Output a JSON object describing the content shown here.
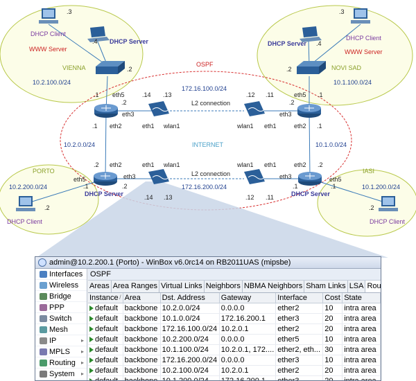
{
  "diagram": {
    "ospf_label": "OSPF",
    "internet_label": "INTERNET",
    "sites": {
      "vienna": "VIENNA",
      "novi_sad": "NOVI SAD",
      "porto": "PORTO",
      "iasi": "IASI"
    },
    "roles": {
      "dhcp_client": "DHCP Client",
      "dhcp_server": "DHCP Server",
      "www_server": "WWW Server"
    },
    "subnets": {
      "vienna": "10.2.100.0/24",
      "novi_sad": "10.1.100.0/24",
      "porto": "10.2.200.0/24",
      "iasi": "10.1.200.0/24",
      "left_internet": "10.2.0.0/24",
      "right_internet": "10.1.0.0/24",
      "top_l2": "172.16.100.0/24",
      "bottom_l2": "172.16.200.0/24"
    },
    "link_label": "L2 connection",
    "host_octets": {
      "d3": ".3",
      "d4": ".4",
      "d2": ".2",
      "d1": ".1",
      "d14": ".14",
      "d13": ".13",
      "d12": ".12",
      "d11": ".11"
    },
    "ifaces": {
      "eth1": "eth1",
      "eth2": "eth2",
      "eth3": "eth3",
      "eth5": "eth5",
      "wlan1": "wlan1"
    }
  },
  "winbox": {
    "title": "admin@10.2.200.1 (Porto) - WinBox v6.0rc14 on RB2011UAS (mipsbe)",
    "sidebar": [
      {
        "label": "Interfaces",
        "icon": "interfaces-icon",
        "arrow": ""
      },
      {
        "label": "Wireless",
        "icon": "wireless-icon",
        "arrow": ""
      },
      {
        "label": "Bridge",
        "icon": "bridge-icon",
        "arrow": ""
      },
      {
        "label": "PPP",
        "icon": "ppp-icon",
        "arrow": ""
      },
      {
        "label": "Switch",
        "icon": "switch-icon",
        "arrow": ""
      },
      {
        "label": "Mesh",
        "icon": "mesh-icon",
        "arrow": ""
      },
      {
        "label": "IP",
        "icon": "ip-icon",
        "arrow": "▸"
      },
      {
        "label": "MPLS",
        "icon": "mpls-icon",
        "arrow": "▸"
      },
      {
        "label": "Routing",
        "icon": "routing-icon",
        "arrow": "▸"
      },
      {
        "label": "System",
        "icon": "system-icon",
        "arrow": "▸"
      }
    ],
    "panel_title": "OSPF",
    "tabs": [
      "Areas",
      "Area Ranges",
      "Virtual Links",
      "Neighbors",
      "NBMA Neighbors",
      "Sham Links",
      "LSA",
      "Routes"
    ],
    "active_tab": "Routes",
    "columns": [
      "Instance",
      "Area",
      "Dst. Address",
      "Gateway",
      "Interface",
      "Cost",
      "State"
    ],
    "sort_indicator": "/",
    "rows": [
      [
        "default",
        "backbone",
        "10.2.0.0/24",
        "0.0.0.0",
        "ether2",
        "10",
        "intra area"
      ],
      [
        "default",
        "backbone",
        "10.1.0.0/24",
        "172.16.200.1",
        "ether3",
        "20",
        "intra area"
      ],
      [
        "default",
        "backbone",
        "172.16.100.0/24",
        "10.2.0.1",
        "ether2",
        "20",
        "intra area"
      ],
      [
        "default",
        "backbone",
        "10.2.200.0/24",
        "0.0.0.0",
        "ether5",
        "10",
        "intra area"
      ],
      [
        "default",
        "backbone",
        "10.1.100.0/24",
        "10.2.0.1, 172....",
        "ether2, eth...",
        "30",
        "intra area"
      ],
      [
        "default",
        "backbone",
        "172.16.200.0/24",
        "0.0.0.0",
        "ether3",
        "10",
        "intra area"
      ],
      [
        "default",
        "backbone",
        "10.2.100.0/24",
        "10.2.0.1",
        "ether2",
        "20",
        "intra area"
      ],
      [
        "default",
        "backbone",
        "10.1.200.0/24",
        "172.16.200.1",
        "ether3",
        "20",
        "intra area"
      ]
    ]
  }
}
